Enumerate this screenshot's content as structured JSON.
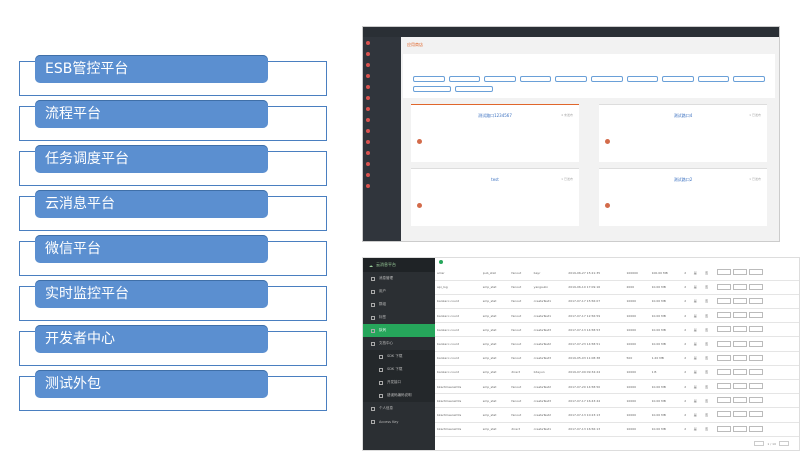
{
  "menu": {
    "items": [
      {
        "label": "ESB管控平台"
      },
      {
        "label": "流程平台"
      },
      {
        "label": "任务调度平台"
      },
      {
        "label": "云消息平台"
      },
      {
        "label": "微信平台"
      },
      {
        "label": "实时监控平台"
      },
      {
        "label": "开发者中心"
      },
      {
        "label": "测试外包"
      }
    ]
  },
  "shot1": {
    "title": "应用商店",
    "cards": [
      {
        "name": "测试路口1234567",
        "status": "4 未发布"
      },
      {
        "name": "测试路口4",
        "status": "1 已发布"
      },
      {
        "name": "test",
        "status": "1 已发布"
      },
      {
        "name": "测试路口2",
        "status": "1 已发布"
      }
    ]
  },
  "shot2": {
    "brand": "云消息平台",
    "side_items": [
      "消息管理",
      "用户",
      "群组",
      "标签",
      "队列",
      "文档中心",
      "SDK 下载",
      "SDK 下载",
      "开发接口",
      "错误码编码说明",
      "个人信息",
      "Access Key"
    ],
    "active_index": 4,
    "rows": [
      [
        "amsr",
        "pub_stat",
        "fanout",
        "bayr",
        "2019-06-27 15:21:35",
        "100000",
        "100.00 MB",
        "2",
        "是",
        "否"
      ],
      [
        "api_log",
        "smp_stat",
        "fanout",
        "yangsulin",
        "2019-06-10 17:09:16",
        "2000",
        "10.00 MB",
        "2",
        "是",
        "否"
      ],
      [
        "bankacc.count",
        "smp_stat",
        "fanout",
        "createTest1",
        "2017-07-17 15:56:07",
        "10000",
        "10.00 MB",
        "2",
        "是",
        "否"
      ],
      [
        "bankacc.count",
        "smp_stat",
        "fanout",
        "createTest1",
        "2017-07-17 12:56:59",
        "10000",
        "10.00 MB",
        "2",
        "是",
        "否"
      ],
      [
        "bankacc.count",
        "smp_stat",
        "fanout",
        "createTest3",
        "2017-07-13 14:58:53",
        "10000",
        "10.00 MB",
        "2",
        "是",
        "否"
      ],
      [
        "bankacc.count",
        "smp_stat",
        "fanout",
        "createTest2",
        "2017-07-23 14:58:51",
        "10000",
        "10.00 MB",
        "2",
        "是",
        "否"
      ],
      [
        "bankacc.count",
        "smp_stat",
        "fanout",
        "createTest3",
        "2019-05-03 11:08:38",
        "500",
        "1.20 MB",
        "2",
        "是",
        "否"
      ],
      [
        "bankacc.count",
        "smp_stat",
        "direct",
        "lidayun",
        "2019-07-09 09:34:24",
        "10000",
        "1 B",
        "2",
        "是",
        "否"
      ],
      [
        "bkactmaerwmts",
        "smp_stat",
        "fanout",
        "createTest2",
        "2017-07-20 14:58:50",
        "10000",
        "10.00 MB",
        "2",
        "是",
        "否"
      ],
      [
        "bkactmaerwmts",
        "smp_stat",
        "fanout",
        "createTest3",
        "2017-07-17 16:43:44",
        "10000",
        "10.00 MB",
        "2",
        "是",
        "否"
      ],
      [
        "bkactmaerwmts",
        "smp_stat",
        "fanout",
        "createTest2",
        "2017-07-13 10:23:13",
        "10000",
        "10.00 MB",
        "2",
        "是",
        "否"
      ],
      [
        "bkactmaerwmts",
        "smp_stat",
        "direct",
        "createTest1",
        "2017-07-13 16:56:13",
        "10000",
        "10.00 MB",
        "2",
        "是",
        "否"
      ]
    ],
    "pager": "1 / 10"
  }
}
